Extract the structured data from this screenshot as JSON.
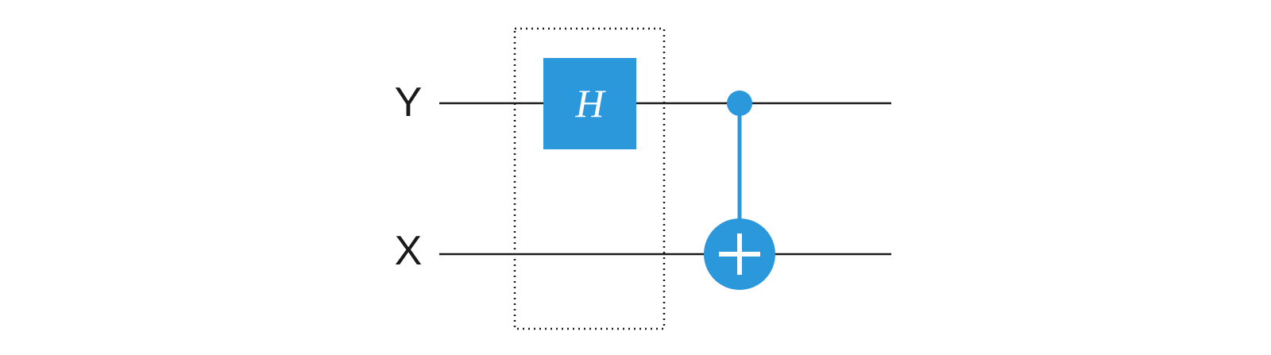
{
  "colors": {
    "wire": "#1a1a1a",
    "gate": "#2b98dc",
    "gate_text": "#ffffff",
    "barrier": "#1a1a1a",
    "background": "#ffffff"
  },
  "qubits": {
    "top": {
      "label": "Y"
    },
    "bottom": {
      "label": "X"
    }
  },
  "gates": {
    "hadamard": {
      "label": "H",
      "qubit": "Y"
    },
    "cnot": {
      "control": "Y",
      "target": "X",
      "target_icon": "plus-icon"
    }
  },
  "barrier": {
    "style": "dotted"
  }
}
